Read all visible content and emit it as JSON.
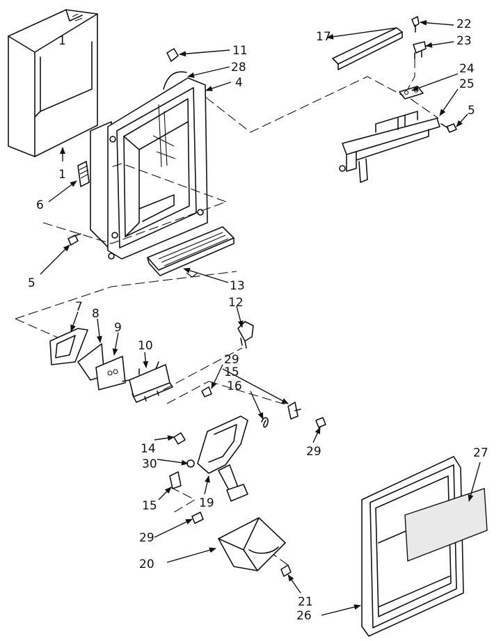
{
  "parts": [
    {
      "id": "p1a",
      "number": "1"
    },
    {
      "id": "p1b",
      "number": "1"
    },
    {
      "id": "p4",
      "number": "4"
    },
    {
      "id": "p5a",
      "number": "5"
    },
    {
      "id": "p5b",
      "number": "5"
    },
    {
      "id": "p6",
      "number": "6"
    },
    {
      "id": "p7",
      "number": "7"
    },
    {
      "id": "p8",
      "number": "8"
    },
    {
      "id": "p9",
      "number": "9"
    },
    {
      "id": "p10",
      "number": "10"
    },
    {
      "id": "p11",
      "number": "11"
    },
    {
      "id": "p12",
      "number": "12"
    },
    {
      "id": "p13",
      "number": "13"
    },
    {
      "id": "p14",
      "number": "14"
    },
    {
      "id": "p15a",
      "number": "15"
    },
    {
      "id": "p15b",
      "number": "15"
    },
    {
      "id": "p16",
      "number": "16"
    },
    {
      "id": "p17",
      "number": "17"
    },
    {
      "id": "p19",
      "number": "19"
    },
    {
      "id": "p20",
      "number": "20"
    },
    {
      "id": "p21",
      "number": "21"
    },
    {
      "id": "p22",
      "number": "22"
    },
    {
      "id": "p23",
      "number": "23"
    },
    {
      "id": "p24",
      "number": "24"
    },
    {
      "id": "p25",
      "number": "25"
    },
    {
      "id": "p26",
      "number": "26"
    },
    {
      "id": "p27",
      "number": "27"
    },
    {
      "id": "p28",
      "number": "28"
    },
    {
      "id": "p29a",
      "number": "29"
    },
    {
      "id": "p29b",
      "number": "29"
    },
    {
      "id": "p29c",
      "number": "29"
    },
    {
      "id": "p30",
      "number": "30"
    }
  ]
}
